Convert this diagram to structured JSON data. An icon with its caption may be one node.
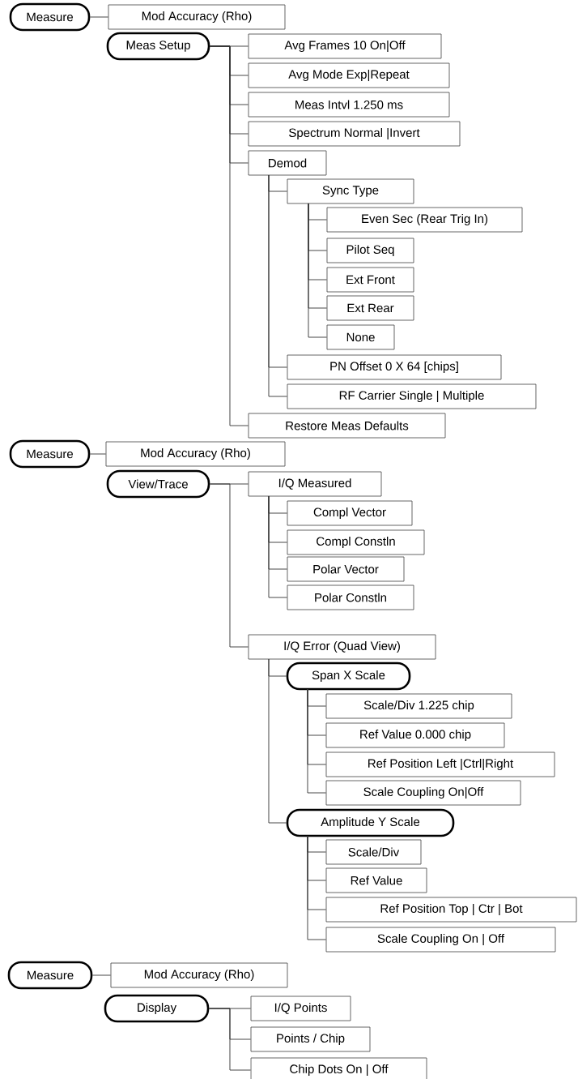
{
  "diagram": {
    "nodes": [
      {
        "text": [
          "Measure"
        ]
      },
      {
        "text": [
          "Mod Accuracy (Rho)"
        ]
      },
      {
        "text": [
          "Meas Setup"
        ]
      },
      {
        "text": [
          "Avg Frames 10 On|Off"
        ]
      },
      {
        "text": [
          "Avg Mode Exp|Repeat"
        ]
      },
      {
        "text": [
          "Meas Intvl 1.250 ms"
        ]
      },
      {
        "text": [
          "Spectrum Normal |Invert"
        ]
      },
      {
        "text": [
          "Demod"
        ]
      },
      {
        "text": [
          "Sync Type"
        ]
      },
      {
        "text": [
          "Even Sec (Rear Trig In)"
        ]
      },
      {
        "text": [
          "Pilot Seq"
        ]
      },
      {
        "text": [
          "Ext Front"
        ]
      },
      {
        "text": [
          "Ext Rear"
        ]
      },
      {
        "text": [
          "None"
        ]
      },
      {
        "text": [
          "PN Offset 0 X 64 [chips]"
        ]
      },
      {
        "text": [
          "RF Carrier Single | Multiple"
        ]
      },
      {
        "text": [
          "Restore Meas Defaults"
        ]
      },
      {
        "text": [
          "Measure"
        ]
      },
      {
        "text": [
          "Mod Accuracy (Rho)"
        ]
      },
      {
        "text": [
          "View/Trace"
        ]
      },
      {
        "text": [
          "I/Q Measured"
        ]
      },
      {
        "text": [
          "Compl Vector"
        ]
      },
      {
        "text": [
          "Compl Constln"
        ]
      },
      {
        "text": [
          "Polar Vector"
        ]
      },
      {
        "text": [
          "Polar Constln"
        ]
      },
      {
        "text": [
          "I/Q Error (Quad View)"
        ]
      },
      {
        "text": [
          "Span X Scale"
        ]
      },
      {
        "text": [
          "Scale/Div 1.225 chip"
        ]
      },
      {
        "text": [
          "Ref Value 0.000 chip"
        ]
      },
      {
        "text": [
          "Ref Position Left |Ctrl|Right"
        ]
      },
      {
        "text": [
          "Scale Coupling On|Off"
        ]
      },
      {
        "text": [
          "Amplitude Y Scale"
        ]
      },
      {
        "text": [
          "Scale/Div"
        ]
      },
      {
        "text": [
          "Ref Value"
        ]
      },
      {
        "text": [
          "Ref Position Top | Ctr | Bot"
        ]
      },
      {
        "text": [
          "Scale Coupling On | Off"
        ]
      },
      {
        "text": [
          "Measure"
        ]
      },
      {
        "text": [
          "Mod Accuracy (Rho)"
        ]
      },
      {
        "text": [
          "Display"
        ]
      },
      {
        "text": [
          "I/Q Points"
        ]
      },
      {
        "text": [
          "Points / Chip"
        ]
      },
      {
        "text": [
          "Chip Dots On | Off"
        ]
      }
    ],
    "edges": [
      {
        "from": 0,
        "to": 1,
        "arrow": "none"
      },
      {
        "from": 2,
        "to": 3,
        "arrow": "none"
      },
      {
        "from": 2,
        "to": 4,
        "arrow": "none"
      },
      {
        "from": 2,
        "to": 5,
        "arrow": "none"
      },
      {
        "from": 2,
        "to": 6,
        "arrow": "none"
      },
      {
        "from": 2,
        "to": 7,
        "arrow": "none"
      },
      {
        "from": 7,
        "to": 8,
        "arrow": "none"
      },
      {
        "from": 8,
        "to": 9,
        "arrow": "none"
      },
      {
        "from": 8,
        "to": 10,
        "arrow": "none"
      },
      {
        "from": 8,
        "to": 11,
        "arrow": "none"
      },
      {
        "from": 8,
        "to": 12,
        "arrow": "none"
      },
      {
        "from": 8,
        "to": 13,
        "arrow": "none"
      },
      {
        "from": 7,
        "to": 14,
        "arrow": "none"
      },
      {
        "from": 7,
        "to": 15,
        "arrow": "none"
      },
      {
        "from": 2,
        "to": 16,
        "arrow": "none"
      },
      {
        "from": 17,
        "to": 18,
        "arrow": "none"
      },
      {
        "from": 19,
        "to": 20,
        "arrow": "none"
      },
      {
        "from": 20,
        "to": 21,
        "arrow": "none"
      },
      {
        "from": 20,
        "to": 22,
        "arrow": "none"
      },
      {
        "from": 20,
        "to": 23,
        "arrow": "none"
      },
      {
        "from": 20,
        "to": 24,
        "arrow": "none"
      },
      {
        "from": 19,
        "to": 25,
        "arrow": "none"
      },
      {
        "from": 25,
        "to": 26,
        "arrow": "none"
      },
      {
        "from": 26,
        "to": 27,
        "arrow": "none"
      },
      {
        "from": 26,
        "to": 28,
        "arrow": "none"
      },
      {
        "from": 26,
        "to": 29,
        "arrow": "none"
      },
      {
        "from": 26,
        "to": 30,
        "arrow": "none"
      },
      {
        "from": 25,
        "to": 31,
        "arrow": "none"
      },
      {
        "from": 31,
        "to": 32,
        "arrow": "none"
      },
      {
        "from": 31,
        "to": 33,
        "arrow": "none"
      },
      {
        "from": 31,
        "to": 34,
        "arrow": "none"
      },
      {
        "from": 31,
        "to": 35,
        "arrow": "none"
      },
      {
        "from": 36,
        "to": 37,
        "arrow": "none"
      },
      {
        "from": 38,
        "to": 39,
        "arrow": "none"
      },
      {
        "from": 38,
        "to": 40,
        "arrow": "none"
      },
      {
        "from": 38,
        "to": 41,
        "arrow": "none"
      }
    ]
  }
}
